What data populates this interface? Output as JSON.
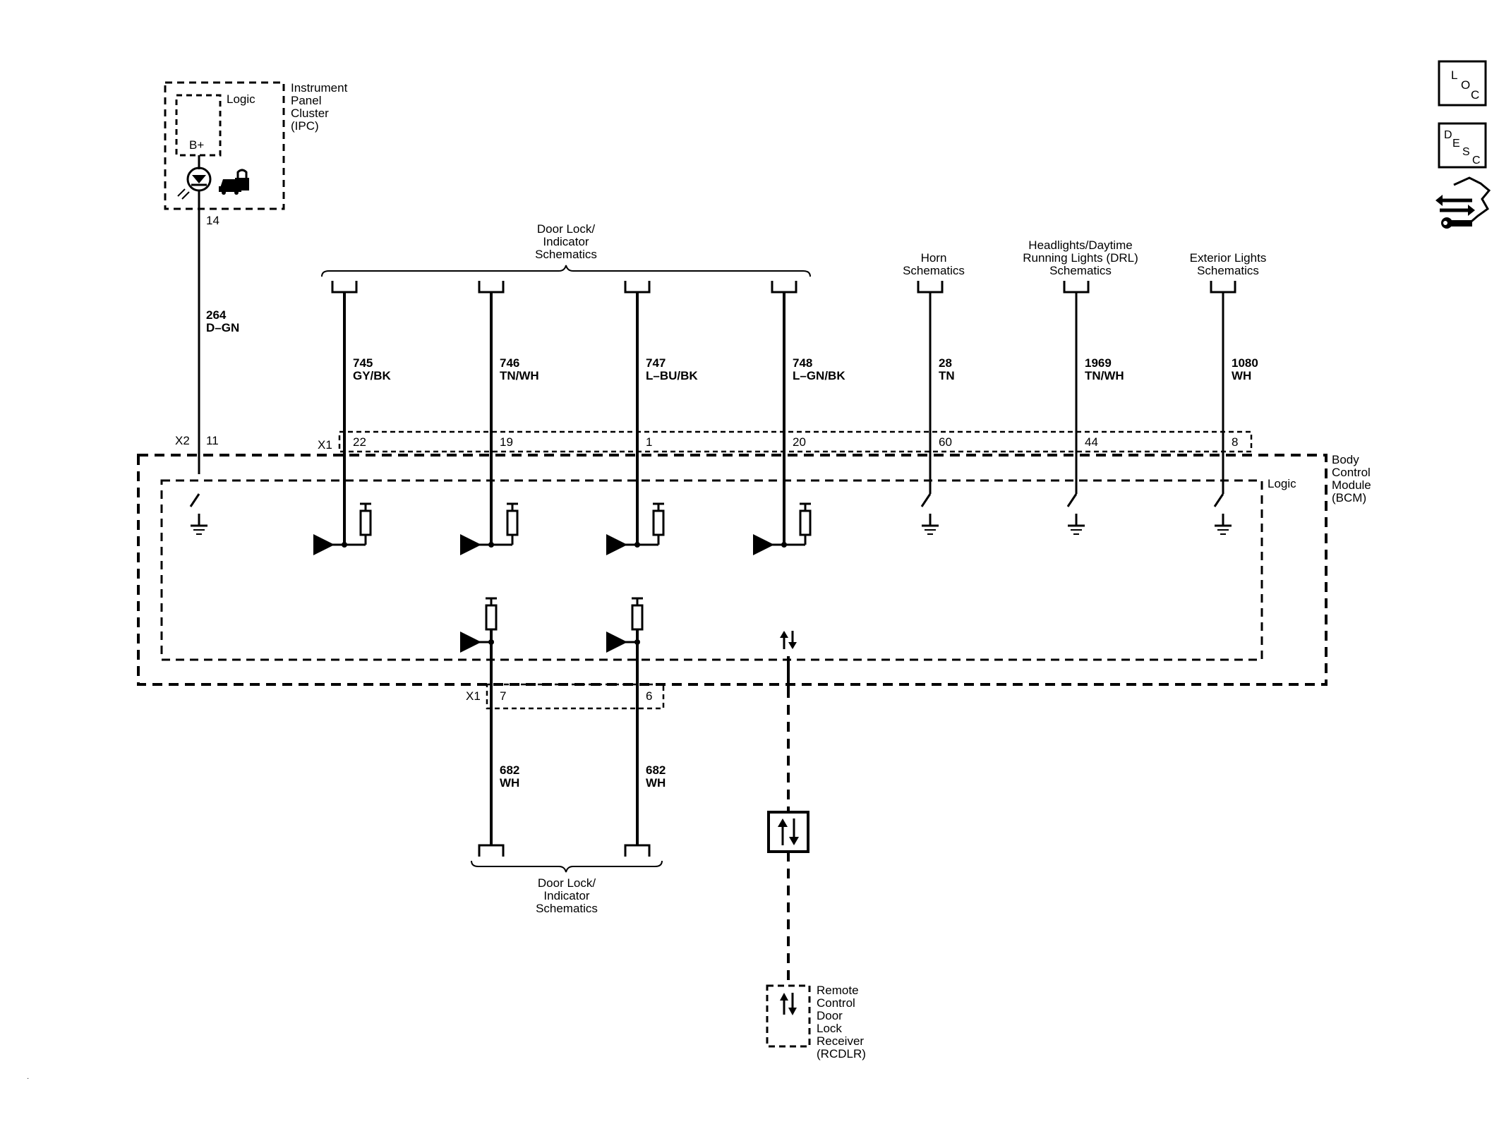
{
  "ipc": {
    "name_lines": [
      "Instrument",
      "Panel",
      "Cluster",
      "(IPC)"
    ],
    "logic": "Logic",
    "bplus": "B+",
    "pin": "14"
  },
  "top_group_label": [
    "Door Lock/",
    "Indicator",
    "Schematics"
  ],
  "bottom_group_label": [
    "Door Lock/",
    "Indicator",
    "Schematics"
  ],
  "horn_label": [
    "Horn",
    "Schematics"
  ],
  "headlights_label": [
    "Headlights/Daytime",
    "Running Lights (DRL)",
    "Schematics"
  ],
  "exterior_label": [
    "Exterior Lights",
    "Schematics"
  ],
  "ipc_wire": {
    "circuit": "264",
    "color": "D–GN",
    "connector": "X2",
    "pin": "11"
  },
  "x1_top_connector": "X1",
  "wires_top": [
    {
      "circuit": "745",
      "color": "GY/BK",
      "pin": "22"
    },
    {
      "circuit": "746",
      "color": "TN/WH",
      "pin": "19"
    },
    {
      "circuit": "747",
      "color": "L–BU/BK",
      "pin": "1"
    },
    {
      "circuit": "748",
      "color": "L–GN/BK",
      "pin": "20"
    },
    {
      "circuit": "28",
      "color": "TN",
      "pin": "60"
    },
    {
      "circuit": "1969",
      "color": "TN/WH",
      "pin": "44"
    },
    {
      "circuit": "1080",
      "color": "WH",
      "pin": "8"
    }
  ],
  "bcm": {
    "name_lines": [
      "Body",
      "Control",
      "Module",
      "(BCM)"
    ],
    "logic": "Logic"
  },
  "x1_bottom_connector": "X1",
  "wires_bottom": [
    {
      "circuit": "682",
      "color": "WH",
      "pin": "7"
    },
    {
      "circuit": "682",
      "color": "WH",
      "pin": "6"
    }
  ],
  "rcdlr": {
    "name_lines": [
      "Remote",
      "Control",
      "Door",
      "Lock",
      "Receiver",
      "(RCDLR)"
    ]
  },
  "side_icons": {
    "loc": [
      "L",
      "O",
      "C"
    ],
    "desc": [
      "D",
      "E",
      "S",
      "C"
    ],
    "service_icon": "wrench-arrows-icon"
  }
}
